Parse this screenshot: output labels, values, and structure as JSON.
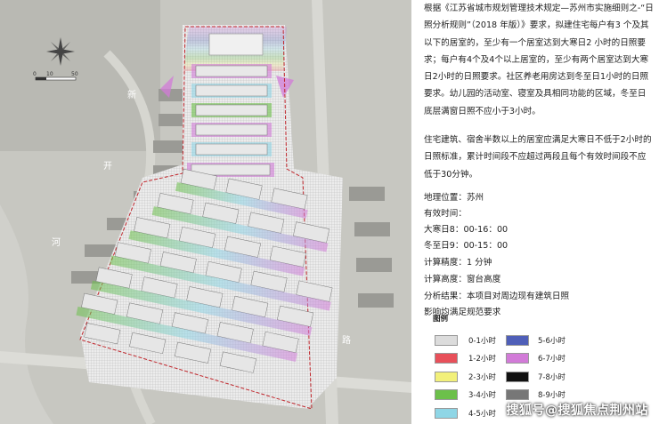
{
  "paragraphs": [
    "根据《江苏省城市规划管理技术规定—苏州市实施细则之-“日照分析规则”（2018 年版）》要求，拟建住宅每户有3 个及其以下的居室的，至少有一个居室达到大寒日2 小时的日照要求；每户有4个及4个以上居室的，至少有两个居室达到大寒日2小时的日照要求。社区养老用房达到冬至日1小时的日照要求。幼儿园的活动室、寝室及具相同功能的区域，冬至日底层满窗日照不应小于3小时。",
    "住宅建筑、宿舍半数以上的居室应满足大寒日不低于2小时的日照标准，累计时间段不应超过两段且每个有效时间段不应低于30分钟。"
  ],
  "info": [
    "地理位置：苏州",
    "有效时间：",
    "大寒日8：00-16：00",
    "冬至日9：00-15：00",
    "计算精度：1 分钟",
    "计算高度：窗台高度",
    "分析结果：本项目对周边现有建筑日照",
    "影响均满足规范要求"
  ],
  "legend": {
    "title": "图例",
    "items": [
      {
        "label": "0-1小时",
        "color": "#dcdcdc"
      },
      {
        "label": "1-2小时",
        "color": "#e8505a"
      },
      {
        "label": "2-3小时",
        "color": "#f2f07a"
      },
      {
        "label": "3-4小时",
        "color": "#6cc04a"
      },
      {
        "label": "4-5小时",
        "color": "#8fd6e6"
      },
      {
        "label": "5-6小时",
        "color": "#4f5fb8"
      },
      {
        "label": "6-7小时",
        "color": "#d27bd8"
      },
      {
        "label": "7-8小时",
        "color": "#111111"
      },
      {
        "label": "8-9小时",
        "color": "#777777"
      }
    ]
  },
  "map": {
    "labels": [
      "新",
      "开",
      "河",
      "路"
    ],
    "scale_ticks": [
      "0",
      "10",
      "50"
    ]
  },
  "watermark": "搜狐号@搜狐焦点荆州站"
}
